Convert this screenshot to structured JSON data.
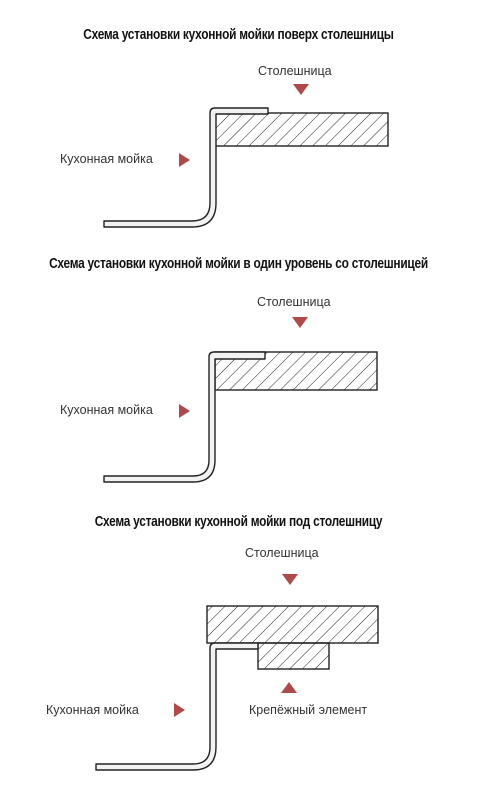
{
  "diagrams": [
    {
      "title": "Схема установки кухонной мойки поверх столешницы",
      "countertop_label": "Столешница",
      "sink_label": "Кухонная мойка"
    },
    {
      "title": "Схема установки кухонной мойки в один уровень со столешницей",
      "countertop_label": "Столешница",
      "sink_label": "Кухонная мойка"
    },
    {
      "title": "Схема установки кухонной мойки под столешницу",
      "countertop_label": "Столешница",
      "sink_label": "Кухонная мойка",
      "fastener_label": "Крепёжный элемент"
    }
  ],
  "colors": {
    "arrow": "#b04a4a",
    "line": "#222222",
    "sink_fill": "#f2f2f2"
  }
}
